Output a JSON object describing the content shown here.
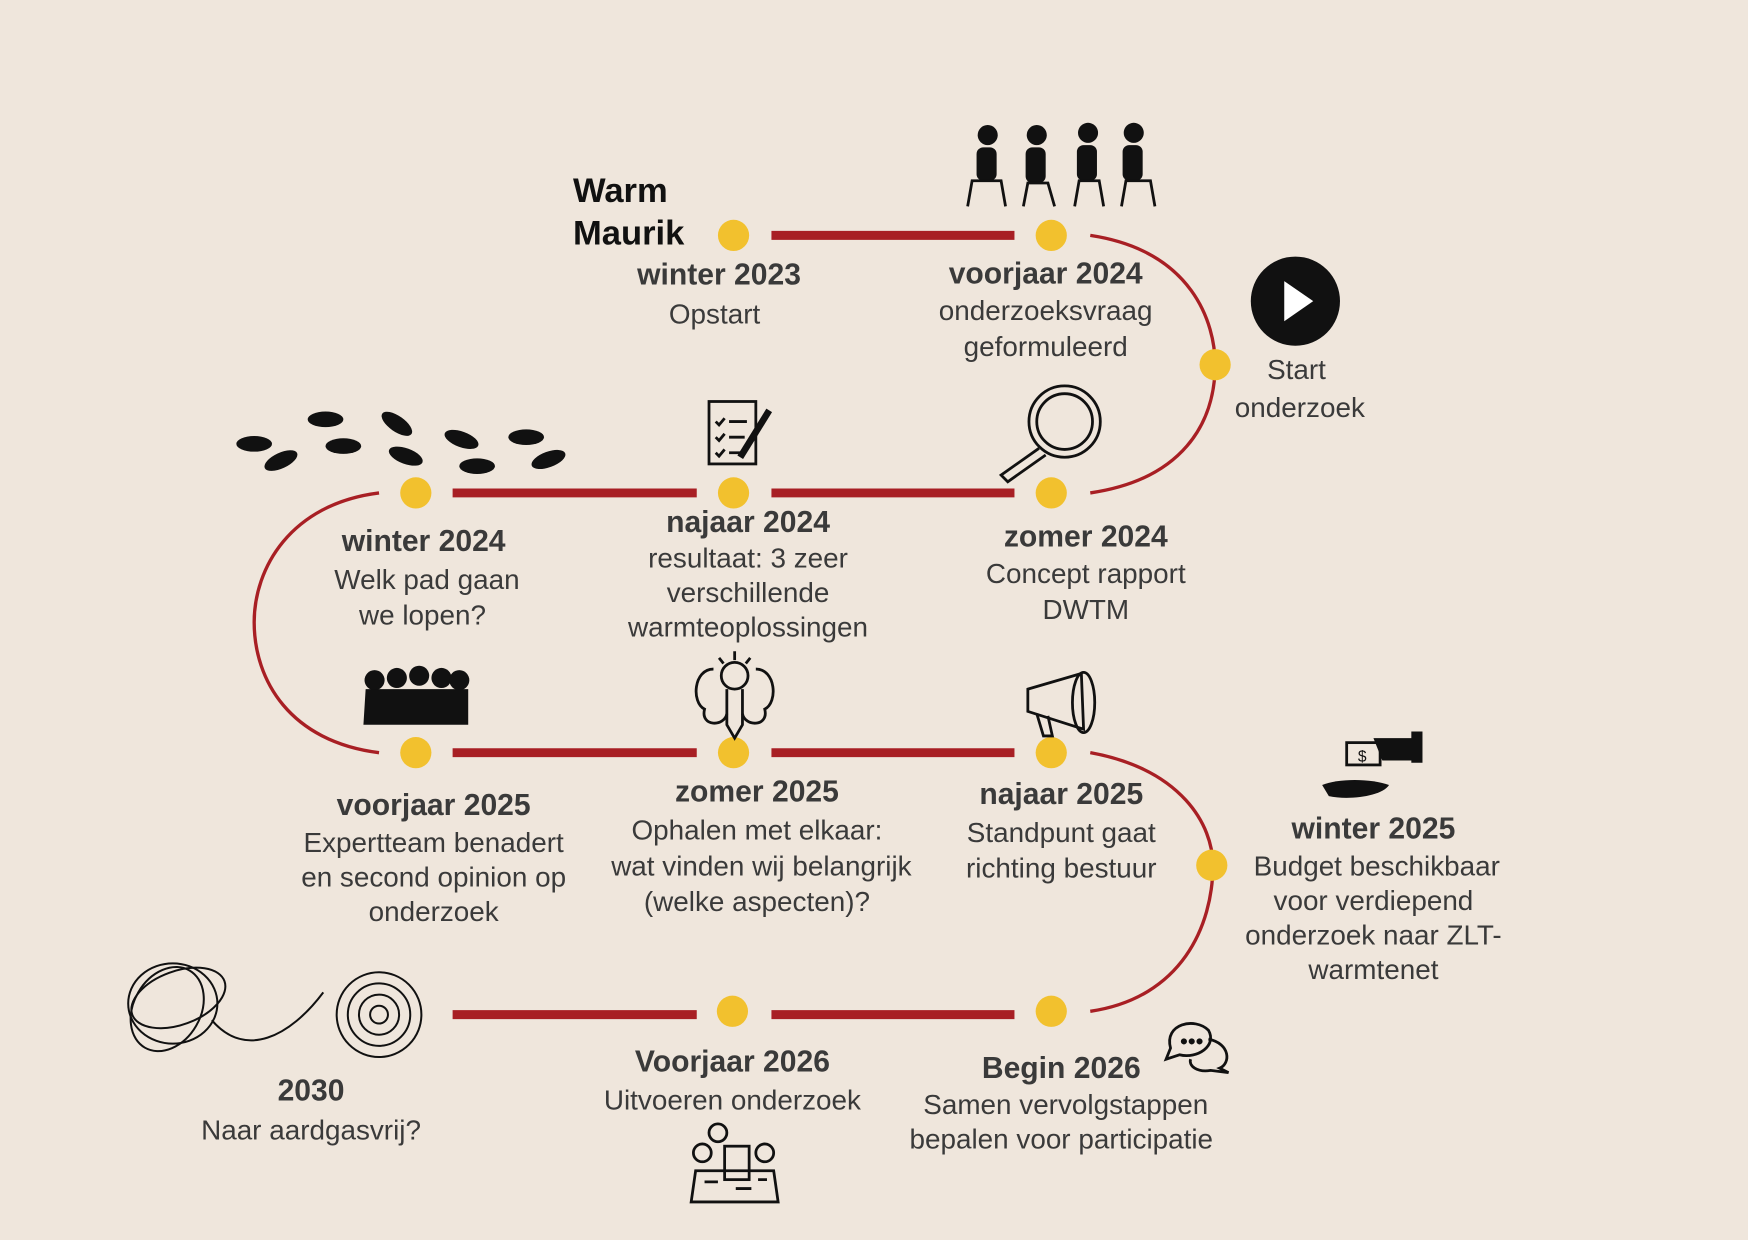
{
  "title": [
    "Warm",
    "Maurik"
  ],
  "colors": {
    "background": "#efe6dc",
    "path": "#a81f24",
    "milestone": "#f2c12e",
    "text": "#3a3a3a"
  },
  "milestones": [
    {
      "period": "winter 2023",
      "lines": [
        "Opstart"
      ],
      "icon": "none"
    },
    {
      "period": "voorjaar 2024",
      "lines": [
        "onderzoeksvraag",
        "geformuleerd"
      ],
      "icon": "seated-people-icon"
    },
    {
      "period": "",
      "lines": [
        "Start",
        "onderzoek"
      ],
      "icon": "play-icon"
    },
    {
      "period": "zomer 2024",
      "lines": [
        "Concept rapport",
        "DWTM"
      ],
      "icon": "magnifier-icon"
    },
    {
      "period": "najaar 2024",
      "lines": [
        "resultaat: 3 zeer",
        "verschillende",
        "warmteoplossingen"
      ],
      "icon": "checklist-icon"
    },
    {
      "period": "winter 2024",
      "lines": [
        "Welk pad gaan",
        "we lopen?"
      ],
      "icon": "footprints-icon"
    },
    {
      "period": "voorjaar 2025",
      "lines": [
        "Expertteam benadert",
        "en second opinion op",
        "onderzoek"
      ],
      "icon": "group-icon"
    },
    {
      "period": "zomer 2025",
      "lines": [
        "Ophalen met elkaar:",
        "wat vinden wij belangrijk",
        "(welke aspecten)?"
      ],
      "icon": "brain-lightbulb-icon"
    },
    {
      "period": "najaar 2025",
      "lines": [
        "Standpunt gaat",
        "richting bestuur"
      ],
      "icon": "megaphone-icon"
    },
    {
      "period": "winter 2025",
      "lines": [
        "Budget beschikbaar",
        "voor verdiepend",
        "onderzoek naar ZLT-",
        "warmtenet"
      ],
      "icon": "money-hand-icon"
    },
    {
      "period": "Begin 2026",
      "lines": [
        "Samen vervolgstappen",
        "bepalen voor participatie"
      ],
      "icon": "chat-bubbles-icon"
    },
    {
      "period": "Voorjaar 2026",
      "lines": [
        "Uitvoeren onderzoek"
      ],
      "icon": "meeting-table-icon"
    },
    {
      "period": "2030",
      "lines": [
        "Naar aardgasvrij?"
      ],
      "icon": "tangled-thread-icon"
    }
  ]
}
